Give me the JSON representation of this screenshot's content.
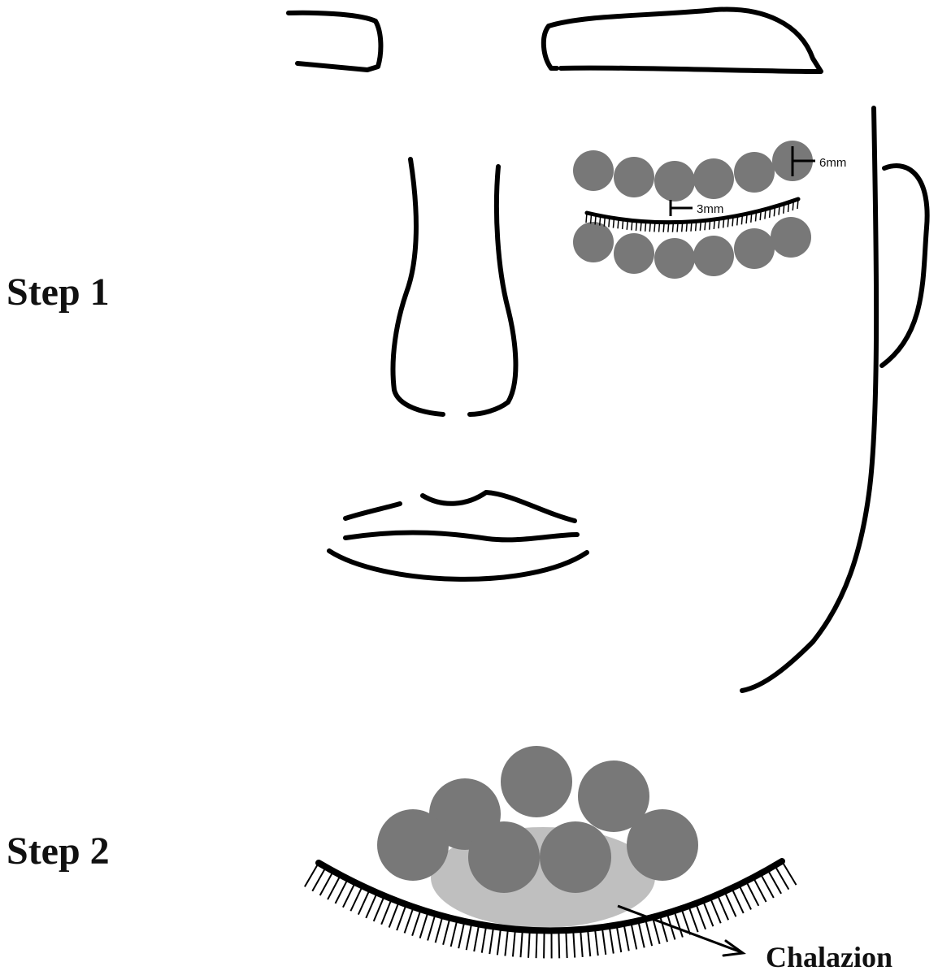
{
  "labels": {
    "step1": "Step 1",
    "step2": "Step 2",
    "chalazion": "Chalazion",
    "measure_6mm": "6mm",
    "measure_3mm": "3mm"
  },
  "colors": {
    "ink": "#000000",
    "circle_fill": "#787878",
    "chalazion_fill": "#bfbfbf",
    "background": "#ffffff"
  },
  "step1": {
    "upper_row_circle_count": 6,
    "lower_row_circle_count": 6,
    "circle_size_mm": 6,
    "distance_from_lid_margin_mm": 3
  },
  "step2": {
    "circle_count": 7
  }
}
